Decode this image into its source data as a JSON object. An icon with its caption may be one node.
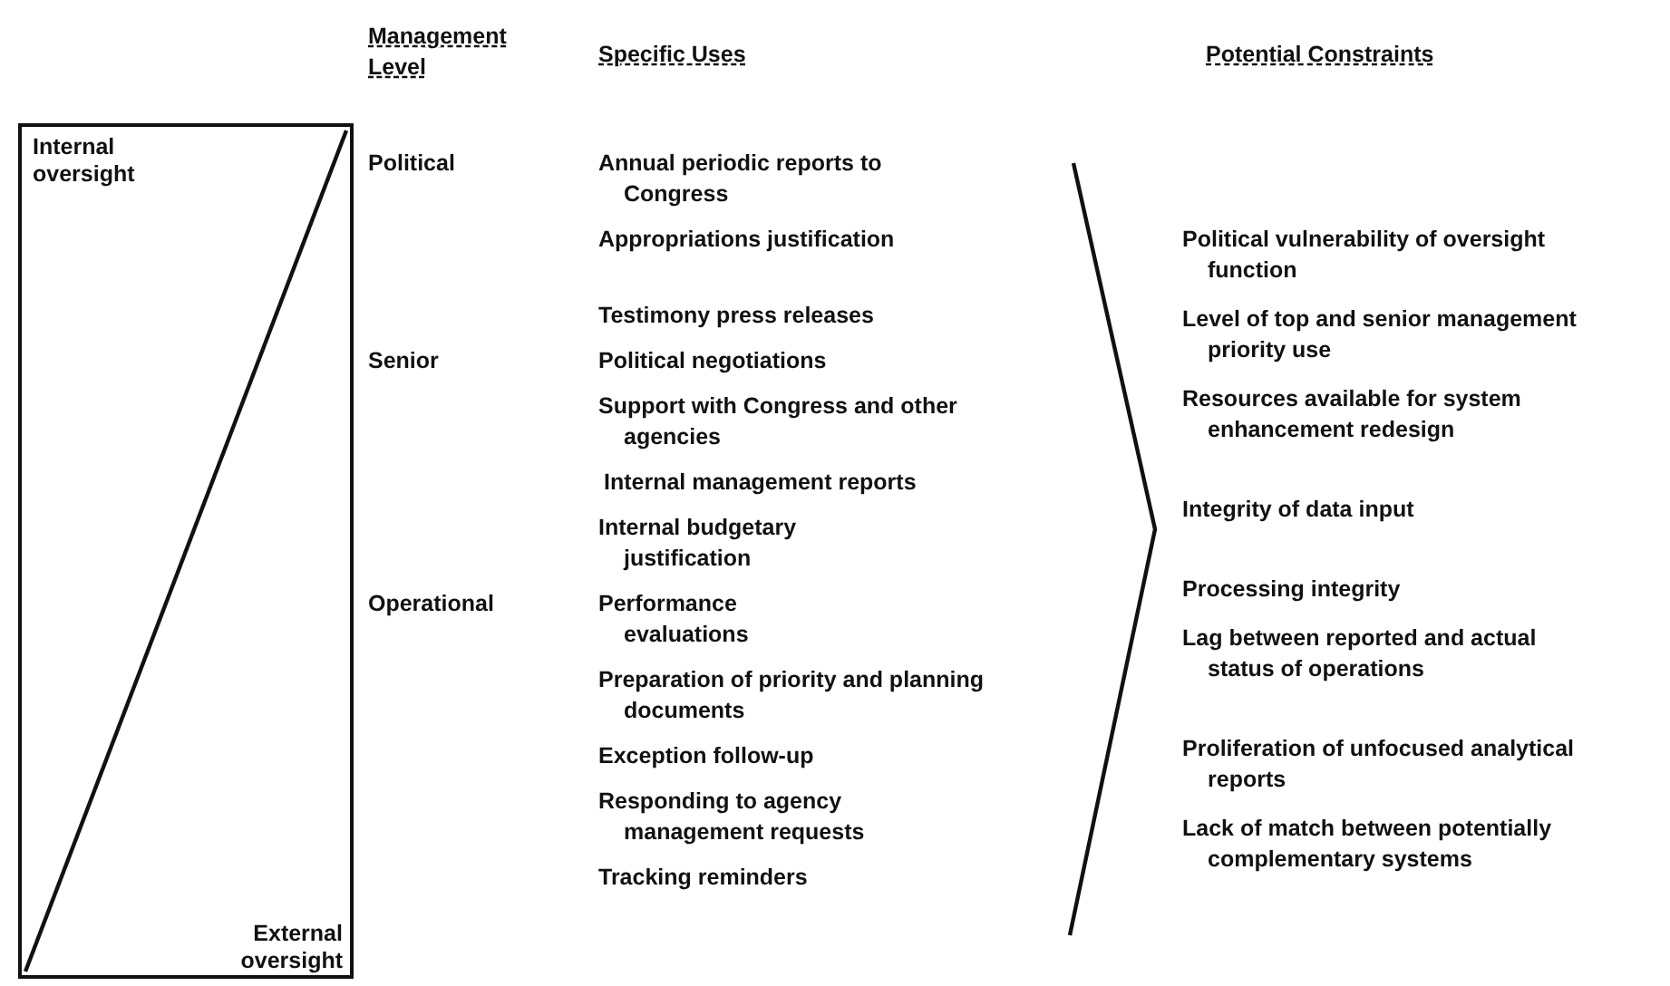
{
  "diagram": {
    "nodes": [
      {
        "text": [
          "Internal oversight",
          "External oversight"
        ]
      }
    ],
    "labels": [
      "Management Level",
      "Specific Uses",
      "Potential Constraints",
      "Political",
      "Senior",
      "Operational",
      "Annual periodic reports to Congress",
      "Appropriations justification",
      "Testimony press releases",
      "Political negotiations",
      "Support with Congress and other agencies",
      "Internal management reports",
      "Internal budgetary justification",
      "Performance evaluations",
      "Preparation of priority and planning documents",
      "Exception follow-up",
      "Responding to agency management requests",
      "Tracking reminders",
      "Political vulnerability of oversight function",
      "Level of top and senior management priority use",
      "Resources available for system enhancement redesign",
      "Integrity of data input",
      "Processing integrity",
      "Lag between reported and actual status of operations",
      "Proliferation of unfocused analytical reports",
      "Lack of match between potentially complementary systems"
    ]
  }
}
